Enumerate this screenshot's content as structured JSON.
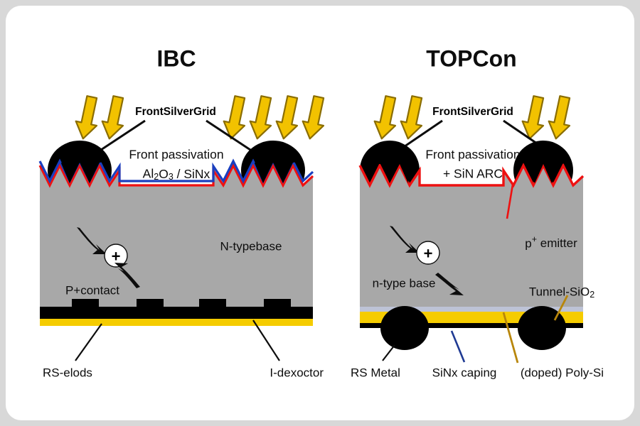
{
  "page": {
    "background": "#d8d8d8",
    "card_background": "#ffffff"
  },
  "palette": {
    "silicon_gray": "#a8a8a8",
    "metal_black": "#000000",
    "poly_si_yellow": "#f5cc00",
    "sin_red": "#ee1111",
    "al2o3_blue": "#1a3fbf",
    "sinx_caping_blue": "#bdc3d6",
    "sun_arrow_yellow": "#f2c200",
    "sun_arrow_outline": "#8a6d00",
    "leader_gold": "#b8860b",
    "leader_navy": "#1f3a93",
    "text_black": "#0d0d0d"
  },
  "panels": [
    {
      "id": "ibc",
      "title": "IBC",
      "front_grid_label": "FrontSilverGrid",
      "passivation_line1": "Front passivation",
      "passivation_line2_parts": [
        {
          "t": "Al",
          "k": "base"
        },
        {
          "t": "2",
          "k": "sub"
        },
        {
          "t": "O",
          "k": "base"
        },
        {
          "t": "3",
          "k": "sub"
        },
        {
          "t": " / SiNx",
          "k": "base"
        }
      ],
      "passivation_line2_plain": "Al2O3 / SiNx",
      "base_label": "N-typebase",
      "contact_label": "P+contact",
      "carrier_symbol": "+",
      "bottom_labels": [
        {
          "id": "rs-elods",
          "text": "RS-elods"
        },
        {
          "id": "i-dexoctor",
          "text": "I-dexoctor"
        }
      ],
      "sun_arrow_count": 6,
      "antireflection_layers": [
        "SiNx (red)",
        "Al2O3 (blue)"
      ]
    },
    {
      "id": "topcon",
      "title": "TOPCon",
      "front_grid_label": "FrontSilverGrid",
      "passivation_line1": "Front passivation",
      "passivation_line2_plain": "+ SiN ARC",
      "base_label": "n-type base",
      "emitter_label_parts": [
        {
          "t": "p",
          "k": "base"
        },
        {
          "t": "+",
          "k": "sup"
        },
        {
          "t": " emitter",
          "k": "base"
        }
      ],
      "emitter_label_plain": "p+ emitter",
      "tunnel_label_parts": [
        {
          "t": "Tunnel-SiO",
          "k": "base"
        },
        {
          "t": "2",
          "k": "sub"
        }
      ],
      "tunnel_label_plain": "Tunnel-SiO2",
      "carrier_symbol": "+",
      "bottom_labels": [
        {
          "id": "rs-metal",
          "text": "RS Metal"
        },
        {
          "id": "sinx-caping",
          "text": "SiNx caping"
        },
        {
          "id": "doped-poly-si",
          "text": "(doped) Poly-Si"
        }
      ],
      "sun_arrow_count": 4,
      "antireflection_layers": [
        "SiN ARC (red)"
      ]
    }
  ]
}
